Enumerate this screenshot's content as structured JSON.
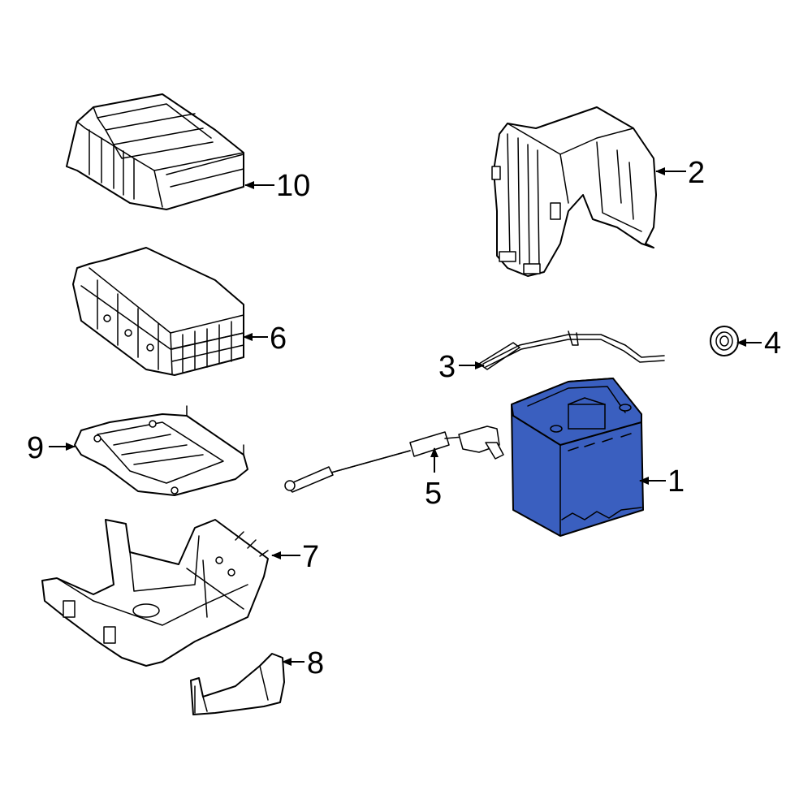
{
  "callouts": {
    "c1": "1",
    "c2": "2",
    "c3": "3",
    "c4": "4",
    "c5": "5",
    "c6": "6",
    "c7": "7",
    "c8": "8",
    "c9": "9",
    "c10": "10"
  },
  "colors": {
    "highlight_fill": "#3a5fbf",
    "line": "#000000",
    "background": "#ffffff"
  },
  "highlighted_part": "1"
}
